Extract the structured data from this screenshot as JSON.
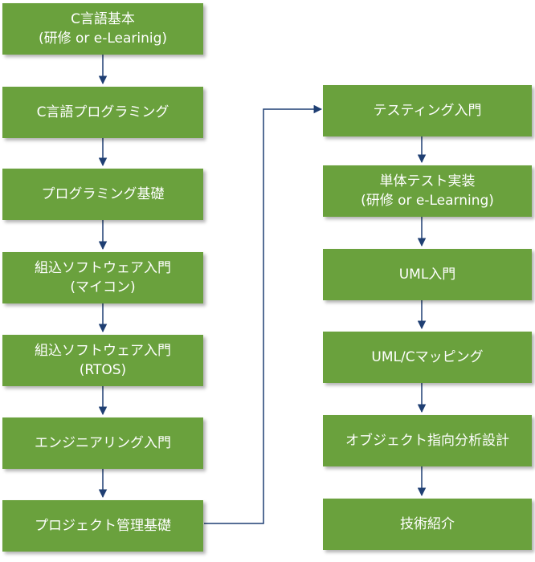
{
  "left_column": [
    {
      "lines": [
        "C言語基本",
        "(研修 or e-Learinig)"
      ]
    },
    {
      "lines": [
        "C言語プログラミング"
      ]
    },
    {
      "lines": [
        "プログラミング基礎"
      ]
    },
    {
      "lines": [
        "組込ソフトウェア入門",
        "(マイコン)"
      ]
    },
    {
      "lines": [
        "組込ソフトウェア入門",
        "(RTOS)"
      ]
    },
    {
      "lines": [
        "エンジニアリング入門"
      ]
    },
    {
      "lines": [
        "プロジェクト管理基礎"
      ]
    }
  ],
  "right_column": [
    {
      "lines": [
        "テスティング入門"
      ]
    },
    {
      "lines": [
        "単体テスト実装",
        "(研修 or e-Learning)"
      ]
    },
    {
      "lines": [
        "UML入門"
      ]
    },
    {
      "lines": [
        "UML/Cマッピング"
      ]
    },
    {
      "lines": [
        "オブジェクト指向分析設計"
      ]
    },
    {
      "lines": [
        "技術紹介"
      ]
    }
  ],
  "colors": {
    "box_fill": "#6aa13d",
    "box_text": "#ffffff",
    "connector": "#1f3f73"
  }
}
